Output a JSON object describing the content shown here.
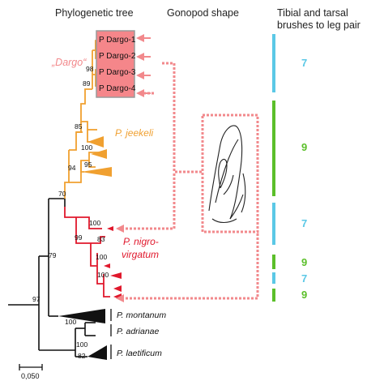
{
  "headers": {
    "tree": "Phylogenetic tree",
    "gonopod": "Gonopod shape",
    "brushes_line1": "Tibial and tarsal",
    "brushes_line2": "brushes to leg pair"
  },
  "colors": {
    "black": "#111111",
    "orange": "#f0a030",
    "red": "#e0182c",
    "pink": "#f2898c",
    "box_fill": "#f5868a",
    "box_border": "#9a9a9a",
    "cyan": "#5bc8e6",
    "green": "#5bbf2a"
  },
  "clades": {
    "dargo": "„Dargo“",
    "jeekeli": "P. jeekeli",
    "nigro_line1": "P. nigro-",
    "nigro_line2": "virgatum",
    "montanum": "P. montanum",
    "adrianae": "P. adrianae",
    "laetificum": "P. laetificum"
  },
  "dargo_specimens": [
    "P Dargo-1",
    "P Dargo-2",
    "P Dargo-3",
    "P Dargo-4"
  ],
  "support_values": {
    "n98": "98",
    "n89": "89",
    "n85": "85",
    "n100a": "100",
    "n95": "95",
    "n94": "94",
    "n70": "70",
    "n100b": "100",
    "n99": "99",
    "n83": "83",
    "n100c": "100",
    "n100d": "100",
    "n79": "79",
    "n97": "97",
    "n100e": "100",
    "n100f": "100",
    "n82": "82"
  },
  "brush_values": [
    "7",
    "9",
    "7",
    "9",
    "7",
    "9"
  ],
  "scale_bar": "0,050"
}
